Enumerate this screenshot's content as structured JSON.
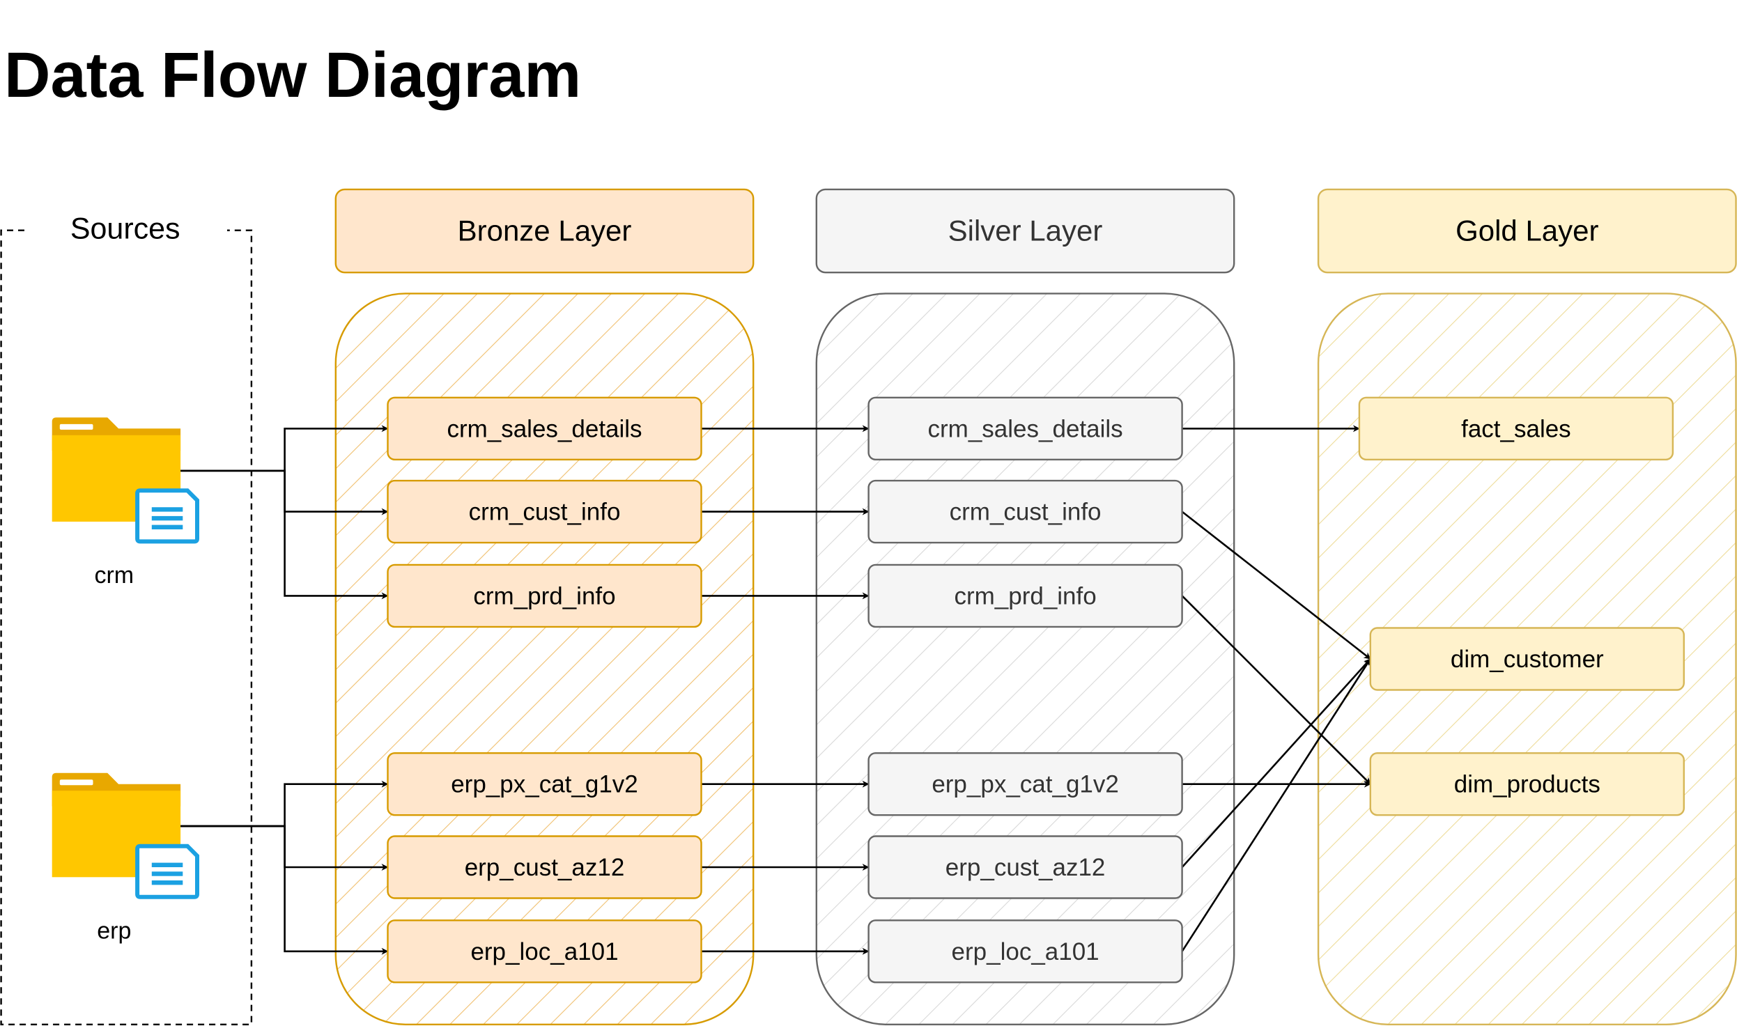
{
  "title": "Data Flow Diagram",
  "sources": {
    "label": "Sources",
    "items": [
      {
        "id": "crm",
        "label": "crm"
      },
      {
        "id": "erp",
        "label": "erp"
      }
    ]
  },
  "layers": [
    {
      "id": "bronze",
      "label": "Bronze Layer",
      "colors": {
        "fill": "#FFE6CC",
        "stroke": "#D79B00",
        "hatch": "#F0C070",
        "text": "#000000"
      },
      "tables": [
        "crm_sales_details",
        "crm_cust_info",
        "crm_prd_info",
        "erp_px_cat_g1v2",
        "erp_cust_az12",
        "erp_loc_a101"
      ]
    },
    {
      "id": "silver",
      "label": "Silver Layer",
      "colors": {
        "fill": "#F5F5F5",
        "stroke": "#666666",
        "hatch": "#D8D8D8",
        "text": "#333333"
      },
      "tables": [
        "crm_sales_details",
        "crm_cust_info",
        "crm_prd_info",
        "erp_px_cat_g1v2",
        "erp_cust_az12",
        "erp_loc_a101"
      ]
    },
    {
      "id": "gold",
      "label": "Gold Layer",
      "colors": {
        "fill": "#FFF2CC",
        "stroke": "#D6B656",
        "hatch": "#EEDC9A",
        "text": "#000000"
      },
      "tables": [
        "fact_sales",
        "dim_customer",
        "dim_products"
      ]
    }
  ],
  "flows": [
    {
      "from": "crm",
      "to": "bronze.crm_sales_details"
    },
    {
      "from": "crm",
      "to": "bronze.crm_cust_info"
    },
    {
      "from": "crm",
      "to": "bronze.crm_prd_info"
    },
    {
      "from": "erp",
      "to": "bronze.erp_px_cat_g1v2"
    },
    {
      "from": "erp",
      "to": "bronze.erp_cust_az12"
    },
    {
      "from": "erp",
      "to": "bronze.erp_loc_a101"
    },
    {
      "from": "bronze.crm_sales_details",
      "to": "silver.crm_sales_details"
    },
    {
      "from": "bronze.crm_cust_info",
      "to": "silver.crm_cust_info"
    },
    {
      "from": "bronze.crm_prd_info",
      "to": "silver.crm_prd_info"
    },
    {
      "from": "bronze.erp_px_cat_g1v2",
      "to": "silver.erp_px_cat_g1v2"
    },
    {
      "from": "bronze.erp_cust_az12",
      "to": "silver.erp_cust_az12"
    },
    {
      "from": "bronze.erp_loc_a101",
      "to": "silver.erp_loc_a101"
    },
    {
      "from": "silver.crm_sales_details",
      "to": "gold.fact_sales"
    },
    {
      "from": "silver.crm_cust_info",
      "to": "gold.dim_customer"
    },
    {
      "from": "silver.crm_prd_info",
      "to": "gold.dim_products"
    },
    {
      "from": "silver.erp_px_cat_g1v2",
      "to": "gold.dim_products"
    },
    {
      "from": "silver.erp_cust_az12",
      "to": "gold.dim_customer"
    },
    {
      "from": "silver.erp_loc_a101",
      "to": "gold.dim_customer"
    }
  ],
  "icons": {
    "source": "folder-document-icon"
  },
  "colors": {
    "folder": "#FFC700",
    "folder_tab": "#E8A800",
    "document": "#1BA1E2",
    "edge": "#000000"
  }
}
